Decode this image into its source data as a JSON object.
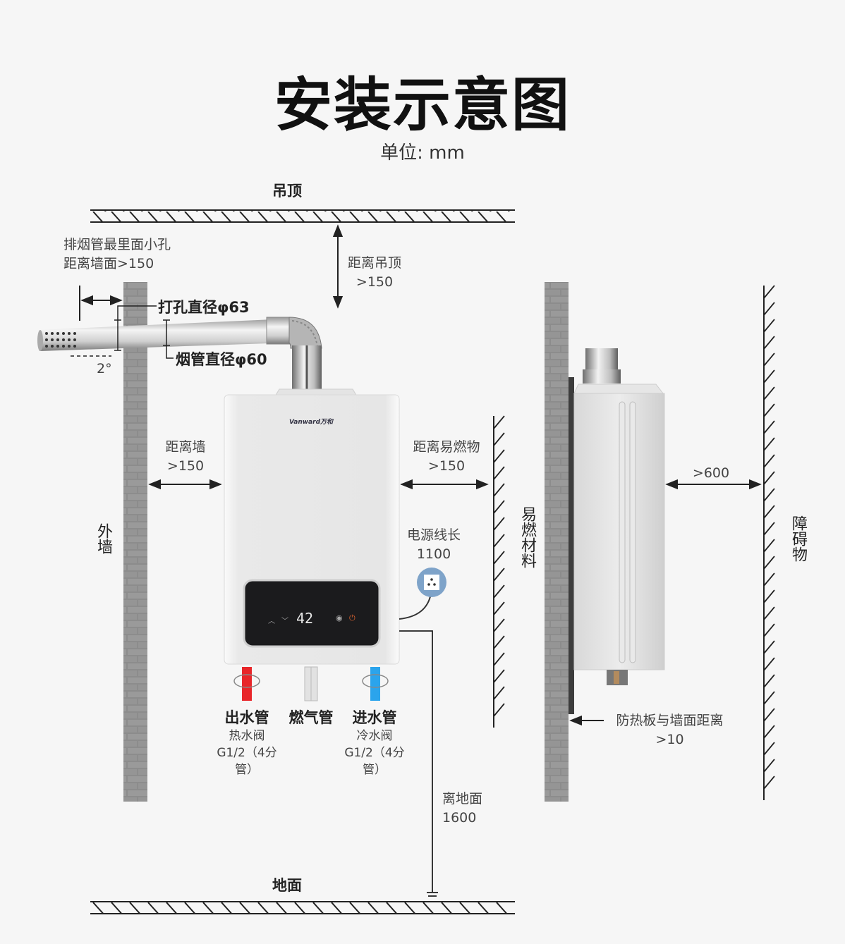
{
  "header": {
    "title": "安装示意图",
    "unit": "单位: mm"
  },
  "labels": {
    "ceiling": "吊顶",
    "floor": "地面",
    "outer_wall": "外墙",
    "flammable_material": "易燃材料",
    "obstacle": "障碍物"
  },
  "dimensions": {
    "flue_hole_distance": {
      "line1": "排烟管最里面小孔",
      "line2": "距离墙面>150"
    },
    "drill_hole": "打孔直径φ63",
    "flue_diameter": "烟管直径φ60",
    "tilt_angle": "2°",
    "ceiling_distance": {
      "line1": "距离吊顶",
      "line2": ">150"
    },
    "wall_distance": {
      "line1": "距离墙",
      "line2": ">150"
    },
    "flammable_distance": {
      "line1": "距离易燃物",
      "line2": ">150"
    },
    "power_cord": {
      "line1": "电源线长",
      "line2": "1100"
    },
    "floor_distance": {
      "line1": "离地面",
      "line2": "1600"
    },
    "obstacle_distance": ">600",
    "heat_shield_distance": {
      "line1": "防热板与墙面距离",
      "line2": ">10"
    }
  },
  "pipes": [
    {
      "name": "出水管",
      "sub1": "热水阀",
      "sub2": "G1/2（4分管）",
      "color": "#e8262a"
    },
    {
      "name": "燃气管",
      "sub1": "",
      "sub2": "",
      "color": "#d8d8d8"
    },
    {
      "name": "进水管",
      "sub1": "冷水阀",
      "sub2": "G1/2（4分管）",
      "color": "#2ba4ec"
    }
  ],
  "heater": {
    "brand": "Vanward万和",
    "display_temp": "42",
    "body_color": "#ededed",
    "panel_color": "#1b1b1d"
  },
  "colors": {
    "brick": "#8c8c8c",
    "brick_mortar": "#c9c9c9",
    "line": "#222222"
  }
}
